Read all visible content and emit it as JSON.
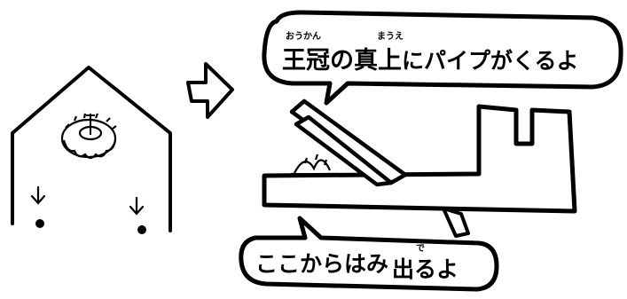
{
  "bubble_top": {
    "text_parts": [
      "王冠",
      "の",
      "真上",
      "にパイプがくるよ"
    ],
    "ruby": [
      "おうかん",
      "まうえ"
    ]
  },
  "bubble_bottom": {
    "text_parts": [
      "ここからはみ",
      "出",
      "るよ"
    ],
    "ruby": [
      "で"
    ]
  },
  "colors": {
    "ink": "#000000",
    "paper": "#ffffff"
  }
}
